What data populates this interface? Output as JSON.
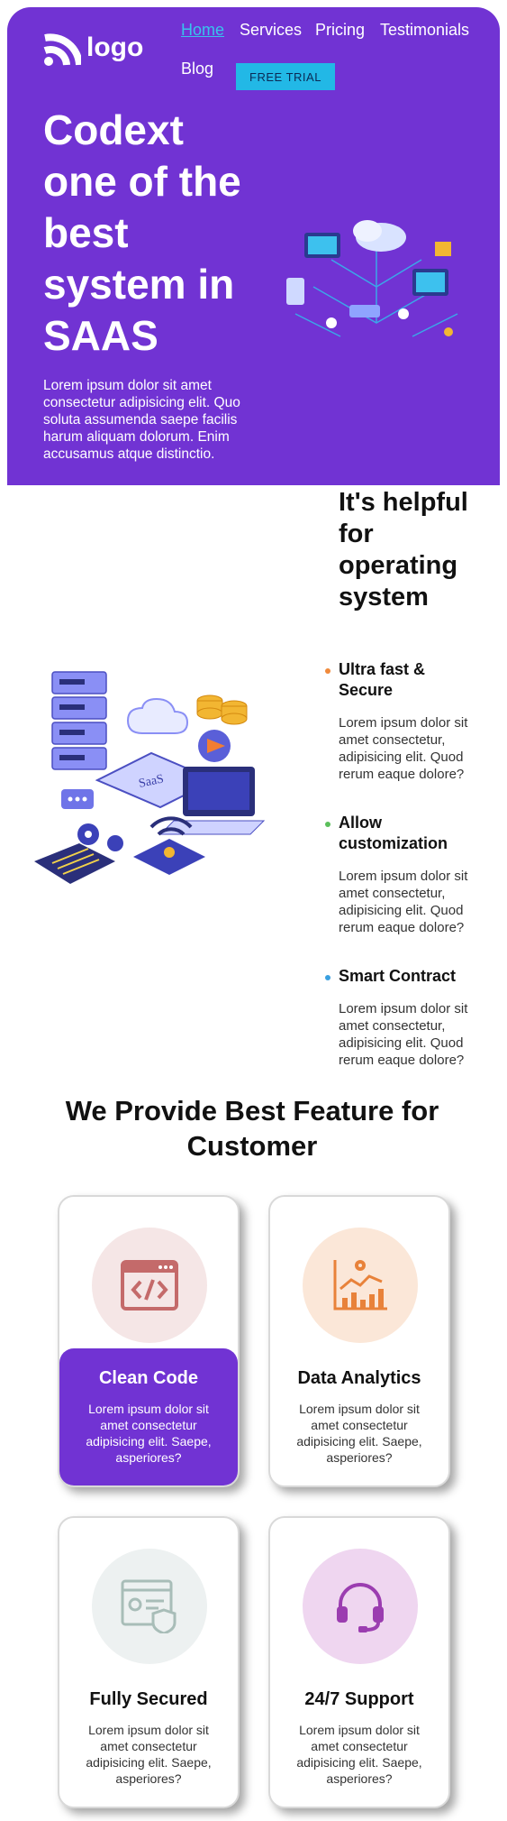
{
  "nav": {
    "logo": "logo",
    "items": [
      "Home",
      "Services",
      "Pricing",
      "Testimonials",
      "Blog"
    ],
    "cta": "FREE TRIAL"
  },
  "hero": {
    "title": "Codext one of the best system in SAAS",
    "description": "Lorem ipsum dolor sit amet consectetur adipisicing elit. Quo soluta assumenda saepe facilis harum aliquam dolorum. Enim accusamus atque distinctio."
  },
  "about": {
    "title": "It's helpful for operating system",
    "features": [
      {
        "title": "Ultra fast & Secure",
        "desc": "Lorem ipsum dolor sit amet consectetur, adipisicing elit. Quod rerum eaque dolore?",
        "dot": "#f08a3b"
      },
      {
        "title": "Allow customization",
        "desc": "Lorem ipsum dolor sit amet consectetur, adipisicing elit. Quod rerum eaque dolore?",
        "dot": "#5bbf5b"
      },
      {
        "title": "Smart Contract",
        "desc": "Lorem ipsum dolor sit amet consectetur, adipisicing elit. Quod rerum eaque dolore?",
        "dot": "#3aa0e0"
      }
    ]
  },
  "features": {
    "title": "We Provide Best Feature for Customer",
    "cards": [
      {
        "title": "Clean Code",
        "desc": "Lorem ipsum dolor sit amet consectetur adipisicing elit. Saepe, asperiores?",
        "icon": "code-icon"
      },
      {
        "title": "Data Analytics",
        "desc": "Lorem ipsum dolor sit amet consectetur adipisicing elit. Saepe, asperiores?",
        "icon": "analytics-icon"
      },
      {
        "title": "Fully Secured",
        "desc": "Lorem ipsum dolor sit amet consectetur adipisicing elit. Saepe, asperiores?",
        "icon": "shield-icon"
      },
      {
        "title": "24/7 Support",
        "desc": "Lorem ipsum dolor sit amet consectetur adipisicing elit. Saepe, asperiores?",
        "icon": "headset-icon"
      }
    ]
  },
  "colors": {
    "primary": "#7133d3",
    "accent": "#22b8e6"
  }
}
